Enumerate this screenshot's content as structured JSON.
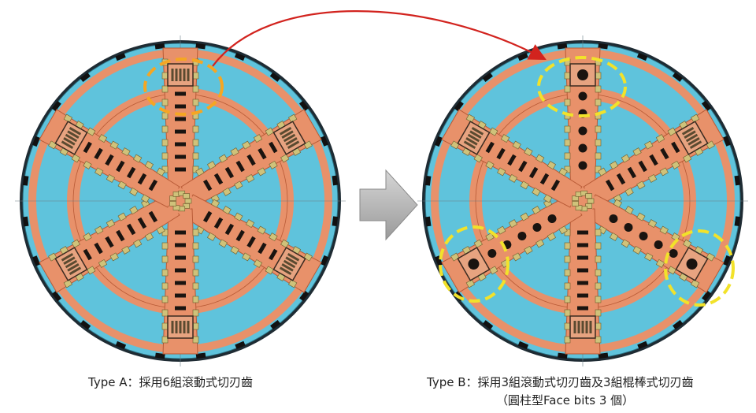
{
  "captions": {
    "type_a": "Type A：採用6組滾動式切刃齒",
    "type_b_line1": "Type B：採用3組滾動式切刃齒及3組棍棒式切刃齒",
    "type_b_line2": "（圓柱型Face bits 3 個）"
  },
  "icons": {
    "transition_arrow": "right-arrow-icon",
    "pointer_arrow": "curved-arrow-icon"
  },
  "colors": {
    "background": "#ffffff",
    "cutterhead_face": "#5fc3dc",
    "spokes": "#e8916a",
    "spoke_outline": "#b85a36",
    "cutter_boxes": "#cfc27a",
    "highlight_type_a": "#f5a623",
    "highlight_type_b": "#f2e22a",
    "pointer_arrow": "#d2231e",
    "transition_arrow": "#a8a8a8"
  }
}
